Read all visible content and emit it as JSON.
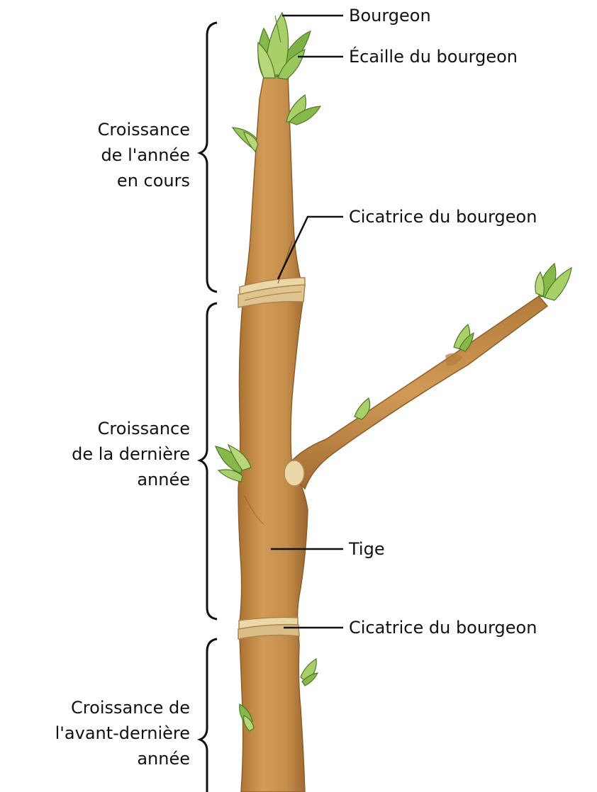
{
  "colors": {
    "bark": "#c48d4a",
    "bark_shadow": "#a06c33",
    "bark_highlight": "#dcae6e",
    "scar": "#ead8a8",
    "bud_light": "#b8d77a",
    "bud_mid": "#86b84a",
    "bud_dark": "#5d8d33",
    "line": "#111111"
  },
  "labels": {
    "bud": "Bourgeon",
    "bud_scale": "Écaille du bourgeon",
    "bud_scar_upper": "Cicatrice du bourgeon",
    "stem": "Tige",
    "bud_scar_lower": "Cicatrice du bourgeon"
  },
  "growth": {
    "current_year": [
      "Croissance",
      "de l'année",
      "en cours"
    ],
    "last_year": [
      "Croissance",
      "de la dernière",
      "année"
    ],
    "year_before_last": [
      "Croissance de",
      "l'avant-dernière",
      "année"
    ]
  }
}
